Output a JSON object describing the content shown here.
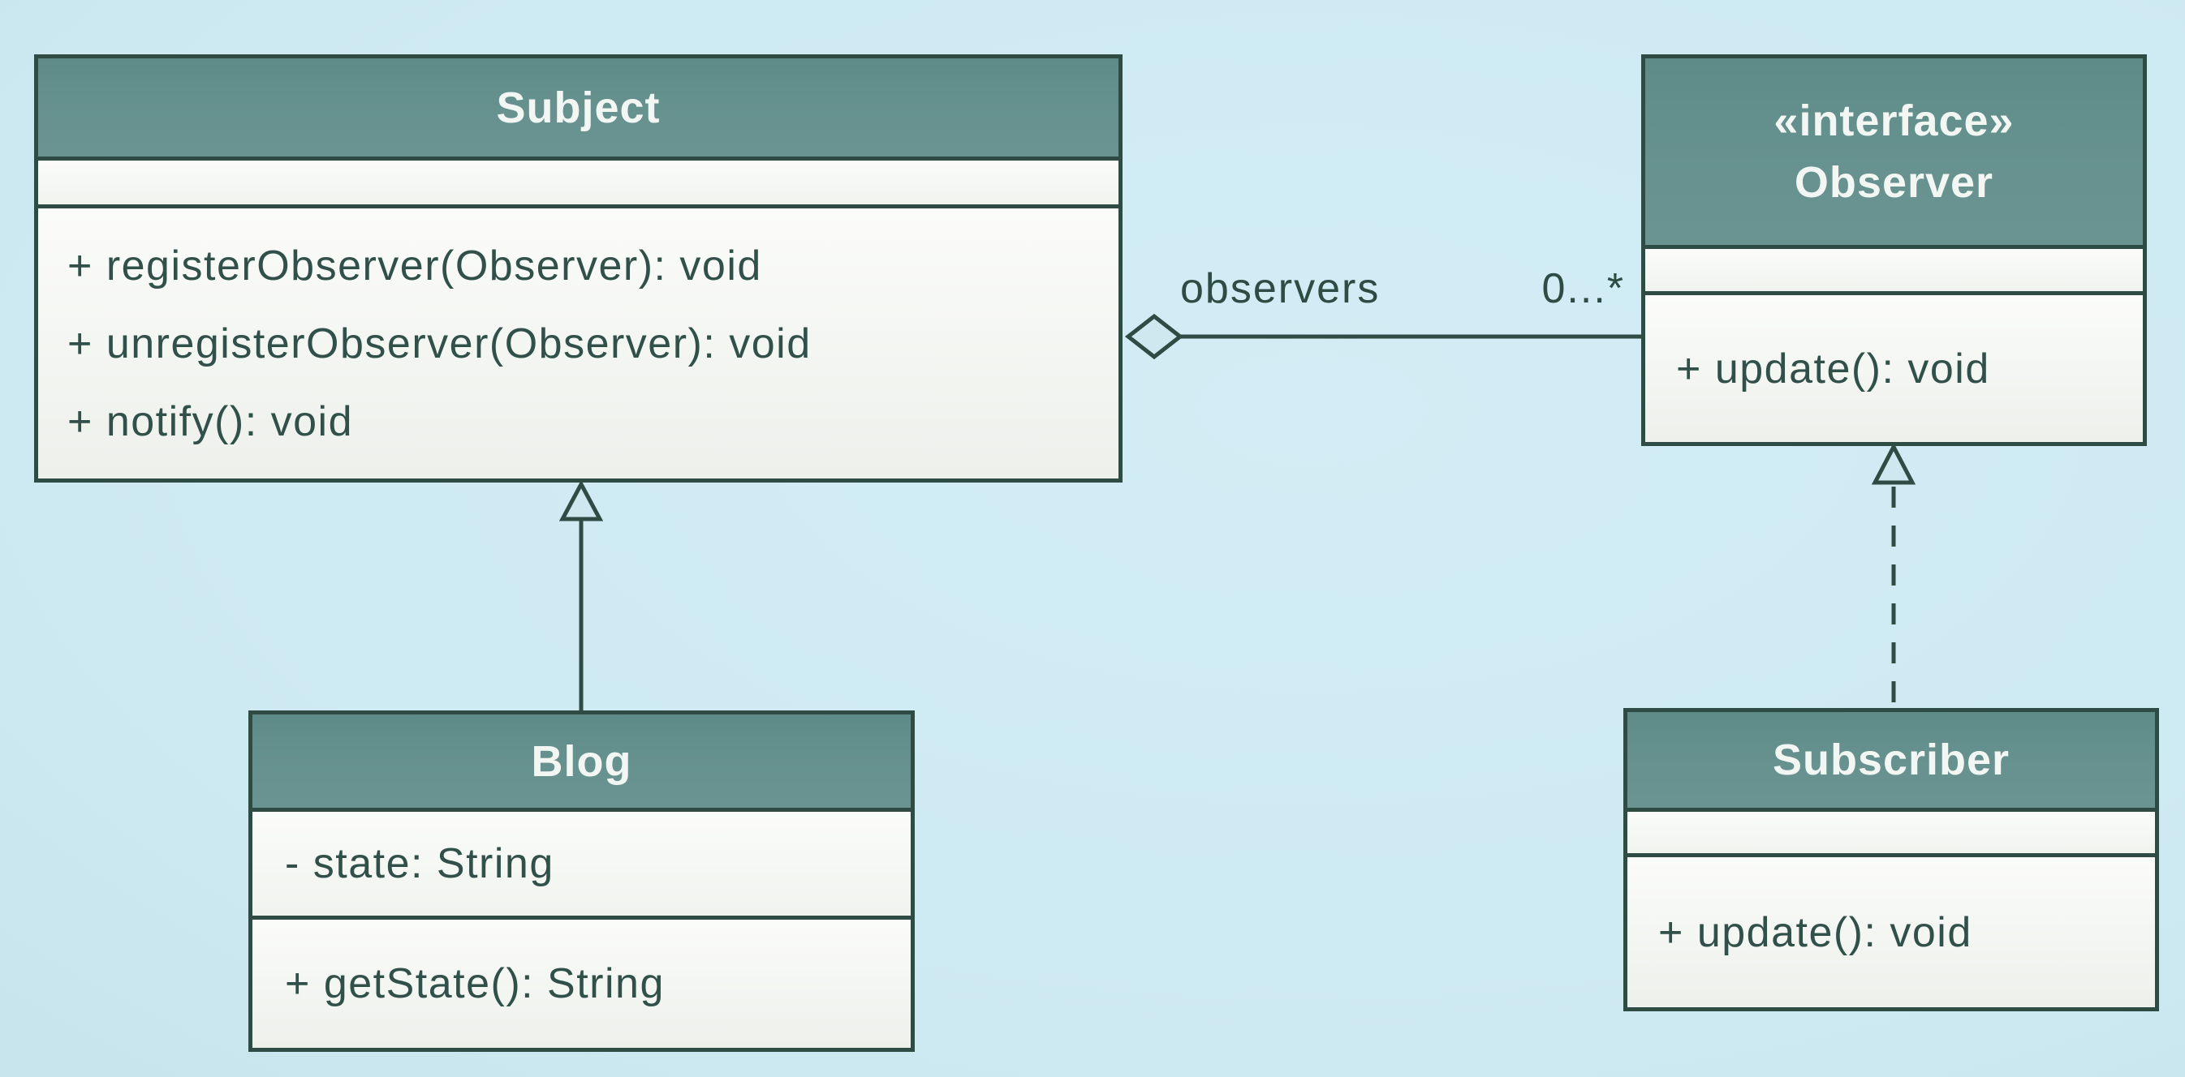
{
  "diagram": {
    "kind": "uml-class-diagram",
    "colors": {
      "background": "#cde9f1",
      "class_header": "#649290",
      "border": "#2e4c44",
      "body_text": "#315049",
      "header_text": "#f3f7f4",
      "section_fill": "#f5f7f3"
    }
  },
  "classes": [
    {
      "id": "subject",
      "name": "Subject",
      "stereotype": "",
      "attributes": [],
      "methods": [
        "+ registerObserver(Observer): void",
        "+ unregisterObserver(Observer): void",
        "+ notify(): void"
      ]
    },
    {
      "id": "observer",
      "name": "Observer",
      "stereotype": "«interface»",
      "attributes": [],
      "methods": [
        "+ update(): void"
      ]
    },
    {
      "id": "blog",
      "name": "Blog",
      "stereotype": "",
      "attributes": [
        "- state: String"
      ],
      "methods": [
        "+ getState(): String"
      ]
    },
    {
      "id": "subscriber",
      "name": "Subscriber",
      "stereotype": "",
      "attributes": [],
      "methods": [
        "+ update(): void"
      ]
    }
  ],
  "relationships": [
    {
      "type": "aggregation",
      "from": "Subject",
      "to": "Observer",
      "label": "observers",
      "multiplicity": "0...*"
    },
    {
      "type": "generalization",
      "from": "Blog",
      "to": "Subject",
      "label": "",
      "multiplicity": ""
    },
    {
      "type": "realization",
      "from": "Subscriber",
      "to": "Observer",
      "label": "",
      "multiplicity": ""
    }
  ]
}
